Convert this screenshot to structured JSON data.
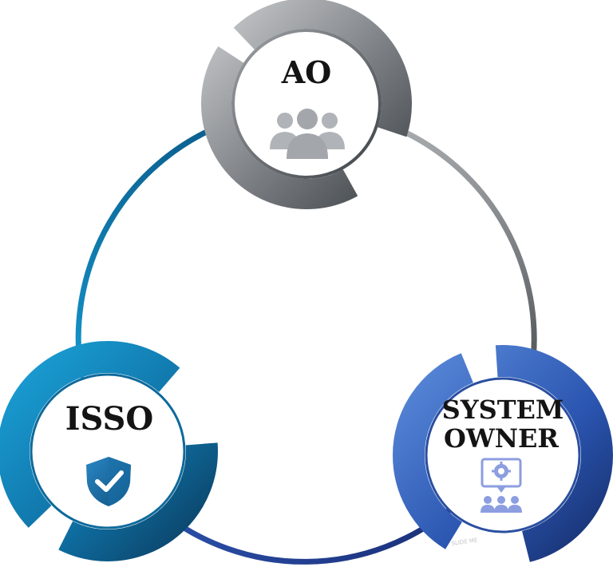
{
  "roles": {
    "ao": {
      "label": "AO",
      "icon": "people-group-icon"
    },
    "isso": {
      "label": "ISSO",
      "icon": "shield-check-icon"
    },
    "system_owner": {
      "label_line1": "SYSTEM",
      "label_line2": "OWNER",
      "icon": "certificate-gear-team-icon"
    }
  },
  "watermark": "SLIDE ME",
  "colors": {
    "ao_light": "#c8cacc",
    "ao_dark": "#4d5257",
    "isso_light": "#1690c4",
    "isso_dark": "#0e4b73",
    "owner_light": "#4f7fd1",
    "owner_dark": "#1b3a86",
    "icon_gray": "#aeb1b5",
    "icon_blue": "#1f73ad",
    "icon_periwinkle": "#8c9ee0"
  }
}
